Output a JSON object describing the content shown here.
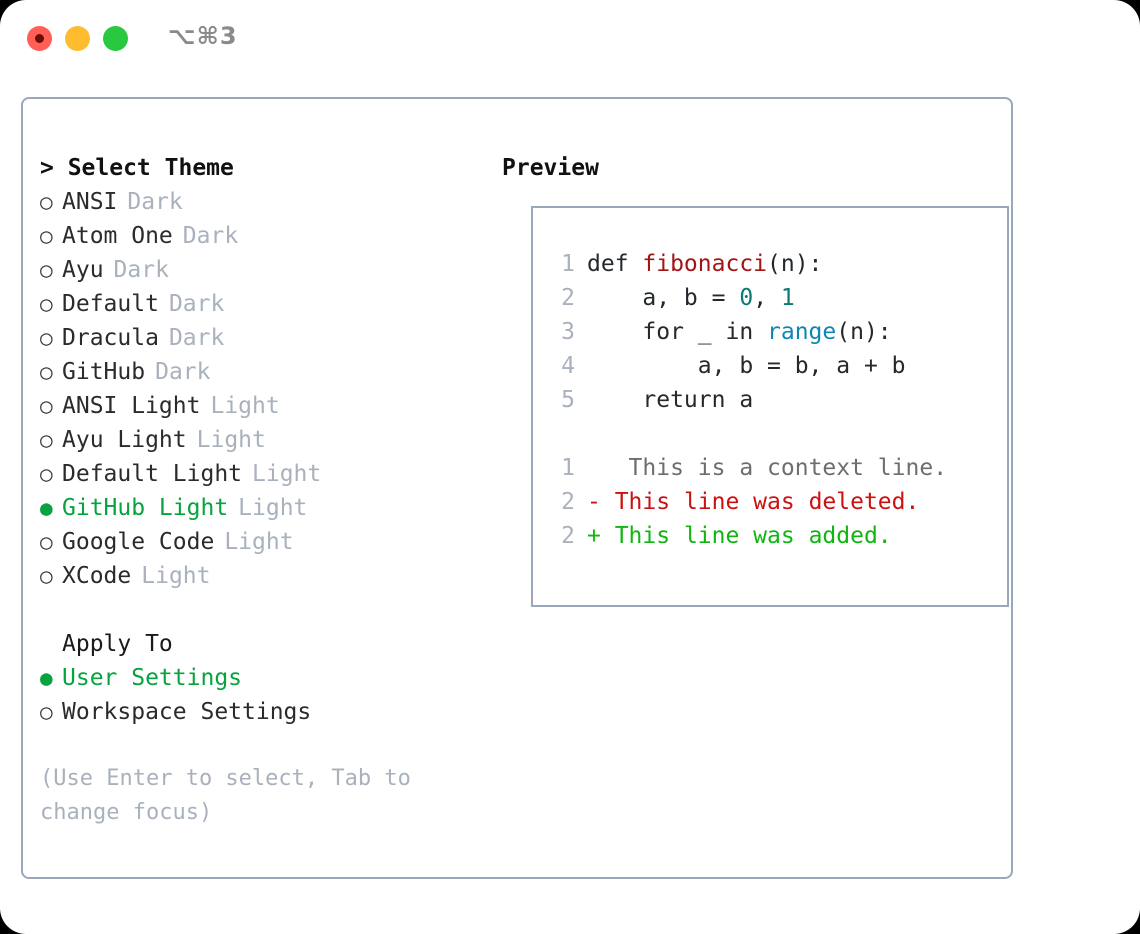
{
  "window": {
    "title": "⌥⌘3",
    "traffic_lights": [
      {
        "name": "close",
        "color": "#ff5f57"
      },
      {
        "name": "minimize",
        "color": "#febc2e"
      },
      {
        "name": "zoom",
        "color": "#28c840"
      }
    ]
  },
  "theme_panel": {
    "heading": "> Select Theme",
    "options": [
      {
        "bullet": "○",
        "label": "ANSI",
        "tag": "Dark",
        "selected": false
      },
      {
        "bullet": "○",
        "label": "Atom One",
        "tag": "Dark",
        "selected": false
      },
      {
        "bullet": "○",
        "label": "Ayu",
        "tag": "Dark",
        "selected": false
      },
      {
        "bullet": "○",
        "label": "Default",
        "tag": "Dark",
        "selected": false
      },
      {
        "bullet": "○",
        "label": "Dracula",
        "tag": "Dark",
        "selected": false
      },
      {
        "bullet": "○",
        "label": "GitHub",
        "tag": "Dark",
        "selected": false
      },
      {
        "bullet": "○",
        "label": "ANSI Light",
        "tag": "Light",
        "selected": false
      },
      {
        "bullet": "○",
        "label": "Ayu Light",
        "tag": "Light",
        "selected": false
      },
      {
        "bullet": "○",
        "label": "Default Light",
        "tag": "Light",
        "selected": false
      },
      {
        "bullet": "●",
        "label": "GitHub Light",
        "tag": "Light",
        "selected": true
      },
      {
        "bullet": "○",
        "label": "Google Code",
        "tag": "Light",
        "selected": false
      },
      {
        "bullet": "○",
        "label": "XCode",
        "tag": "Light",
        "selected": false
      }
    ],
    "apply_to": {
      "heading": "Apply To",
      "options": [
        {
          "bullet": "●",
          "label": "User Settings",
          "selected": true
        },
        {
          "bullet": "○",
          "label": "Workspace Settings",
          "selected": false
        }
      ]
    },
    "hint": "(Use Enter to select, Tab to change focus)"
  },
  "preview_panel": {
    "heading": "Preview",
    "code_lines": [
      {
        "lineno": "1",
        "tokens": [
          {
            "text": "def ",
            "type": "plain"
          },
          {
            "text": "fibonacci",
            "type": "fn"
          },
          {
            "text": "(n):",
            "type": "plain"
          }
        ]
      },
      {
        "lineno": "2",
        "tokens": [
          {
            "text": "    a, b = ",
            "type": "plain"
          },
          {
            "text": "0",
            "type": "num"
          },
          {
            "text": ", ",
            "type": "plain"
          },
          {
            "text": "1",
            "type": "num"
          }
        ]
      },
      {
        "lineno": "3",
        "tokens": [
          {
            "text": "    for _ in ",
            "type": "plain"
          },
          {
            "text": "range",
            "type": "call"
          },
          {
            "text": "(n):",
            "type": "plain"
          }
        ]
      },
      {
        "lineno": "4",
        "tokens": [
          {
            "text": "        a, b = b, a + b",
            "type": "plain"
          }
        ]
      },
      {
        "lineno": "5",
        "tokens": [
          {
            "text": "    return a",
            "type": "plain"
          }
        ]
      }
    ],
    "diff_lines": [
      {
        "lineno": "1",
        "marker": " ",
        "text": "  This is a context line.",
        "kind": "ctx"
      },
      {
        "lineno": "2",
        "marker": "-",
        "text": " This line was deleted.",
        "kind": "del"
      },
      {
        "lineno": "2",
        "marker": "+",
        "text": " This line was added.",
        "kind": "add"
      }
    ]
  },
  "colors": {
    "accent_green": "#06a33f",
    "border": "#9ba7ba",
    "muted": "#a9b1bd",
    "diff_delete": "#cc1111",
    "diff_add": "#11b511",
    "syntax_function": "#a31515",
    "syntax_call": "#0e86b3",
    "syntax_number": "#0b7a75"
  }
}
